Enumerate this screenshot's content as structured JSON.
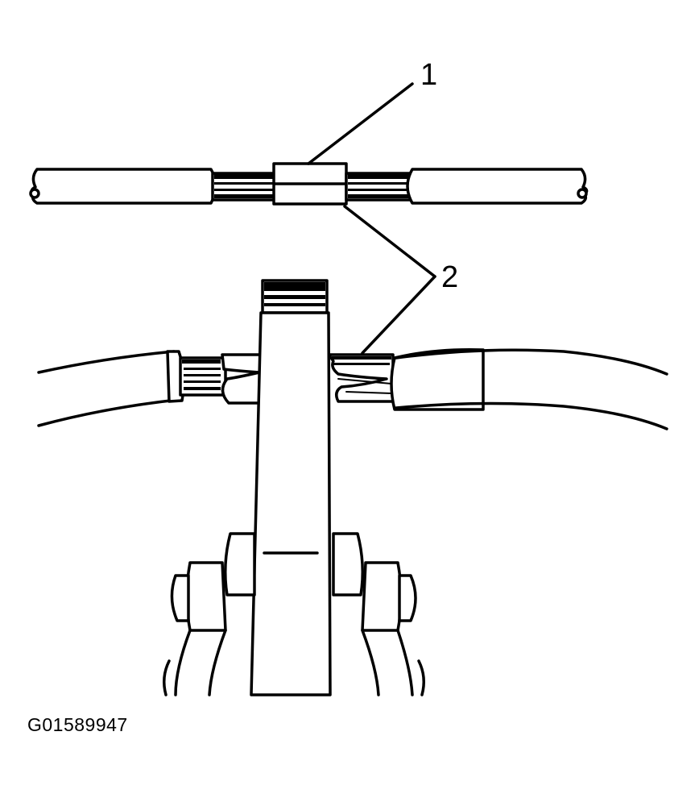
{
  "callouts": [
    {
      "id": "1",
      "label": "1"
    },
    {
      "id": "2",
      "label": "2"
    }
  ],
  "figure_id": "G01589947",
  "colors": {
    "ink": "#000000",
    "paper": "#ffffff"
  }
}
